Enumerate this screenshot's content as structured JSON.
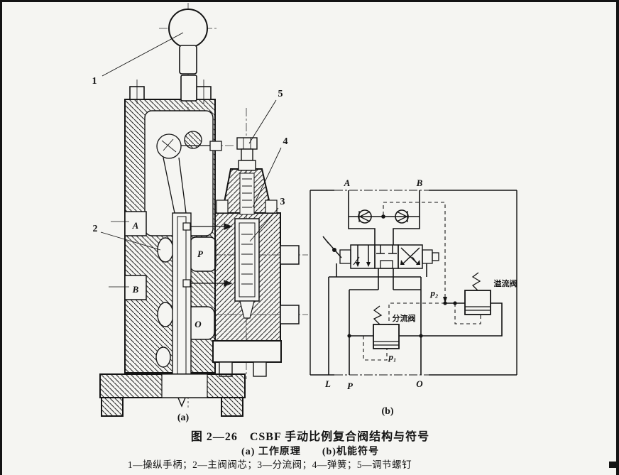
{
  "colors": {
    "ink": "#141414",
    "paper": "#f5f5f2"
  },
  "figure_a": {
    "callout_1": "1",
    "callout_2": "2",
    "callout_3": "3",
    "callout_4": "4",
    "callout_5": "5",
    "port_a": "A",
    "port_p": "P",
    "port_b": "B",
    "port_o": "O",
    "sublabel": "(a)"
  },
  "figure_b": {
    "port_a": "A",
    "port_b": "B",
    "port_l": "L",
    "port_p": "P",
    "port_o": "O",
    "p1": "p₁",
    "p2": "p₂",
    "flow_divider_label": "分流阀",
    "relief_valve_label": "溢流阀",
    "sublabel": "(b)"
  },
  "caption": {
    "title": "图 2—26　CSBF 手动比例复合阀结构与符号",
    "subtitle": "(a) 工作原理　　(b)机能符号",
    "legend": "1—操纵手柄；2—主阀阀芯；3—分流阀；4—弹簧；5—调节螺钉"
  }
}
